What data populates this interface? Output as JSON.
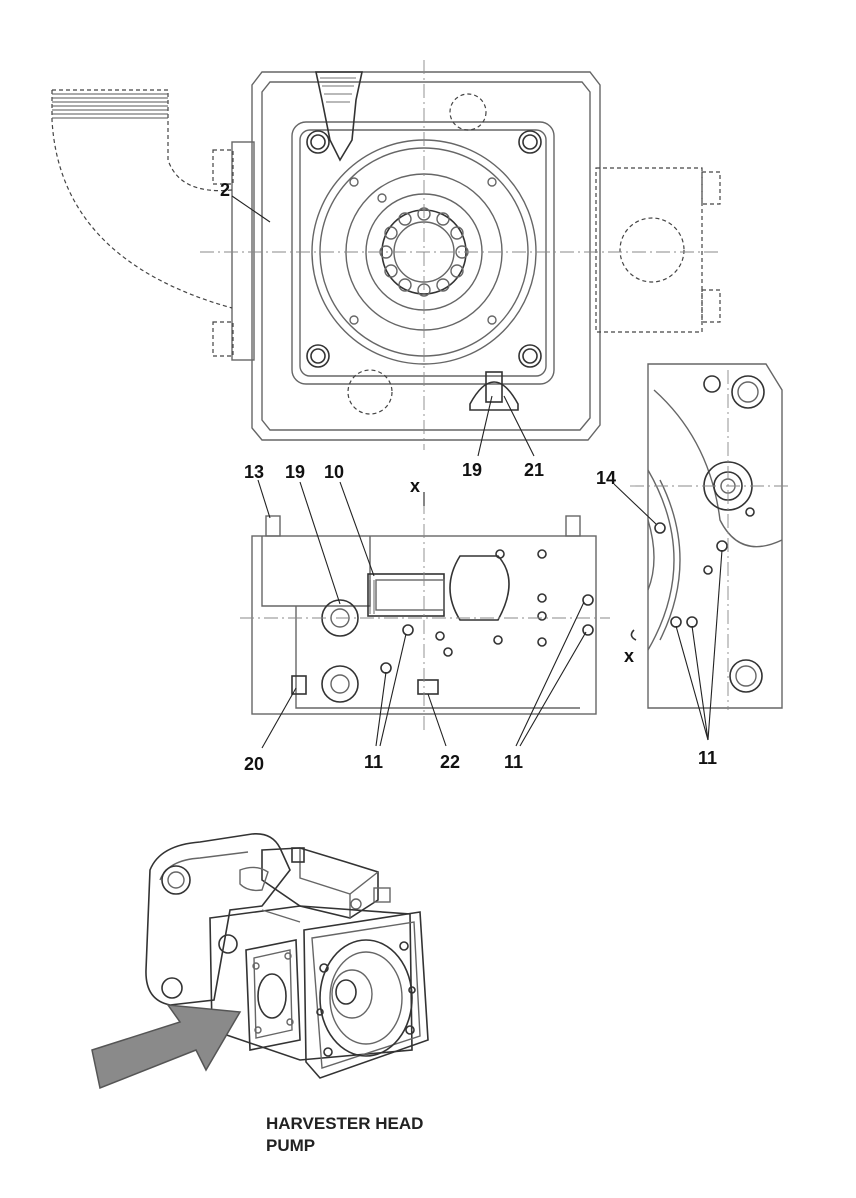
{
  "callouts": {
    "c2": "2",
    "c13": "13",
    "c19a": "19",
    "c10": "10",
    "cx_top": "x",
    "c19b": "19",
    "c21": "21",
    "c14": "14",
    "cx_side": "x",
    "c20": "20",
    "c11a": "11",
    "c22": "22",
    "c11b": "11",
    "c11c": "11"
  },
  "caption": {
    "line1": "HARVESTER HEAD",
    "line2": "PUMP"
  },
  "colors": {
    "line": "#666666",
    "arrow_fill": "#8a8a8a",
    "text": "#111111"
  }
}
